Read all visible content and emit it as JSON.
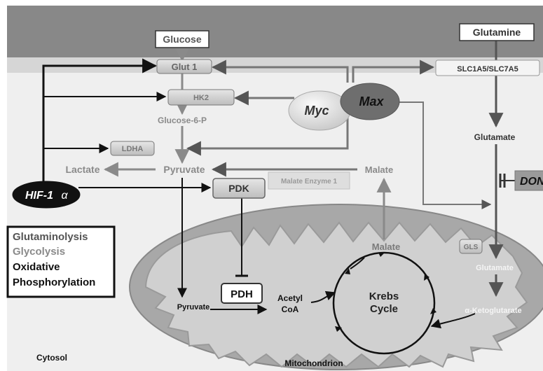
{
  "diagram": {
    "nodes": {
      "glucose": "Glucose",
      "glutamine": "Glutamine",
      "glut1": "Glut 1",
      "slc": "SLC1A5/SLC7A5",
      "hk2": "HK2",
      "myc": "Myc",
      "max": "Max",
      "glucose6p": "Glucose-6-P",
      "glutamate_top": "Glutamate",
      "ldha": "LDHA",
      "lactate": "Lactate",
      "pyruvate_cyto": "Pyruvate",
      "malate_cyto": "Malate",
      "malate_enzyme": "Malate Enzyme 1",
      "don": "DON",
      "hif": "HIF-1",
      "hif_alpha": "α",
      "pdk": "PDK",
      "pdh": "PDH",
      "pyruvate_mito": "Pyruvate",
      "acetyl": "Acetyl",
      "coa": "CoA",
      "krebs": "Krebs",
      "cycle": "Cycle",
      "malate_mito": "Malate",
      "gls": "GLS",
      "glutamate_mito": "Glutamate",
      "aketo": "α-Ketoglutarate",
      "cytosol": "Cytosol",
      "mitochondrion": "Mitochondrion"
    },
    "legend": {
      "glutaminolysis": "Glutaminolysis",
      "glycolysis": "Glycolysis",
      "oxidative": "Oxidative",
      "phosphorylation": "Phosphorylation"
    },
    "colors": {
      "membrane_band": "#888888",
      "cytosol_bg": "#efefef",
      "mito_fill": "#a9a9a9",
      "mito_inner": "#d2d2d2",
      "glycolysis_gray": "#8a8a8a",
      "dark": "#555555"
    }
  }
}
